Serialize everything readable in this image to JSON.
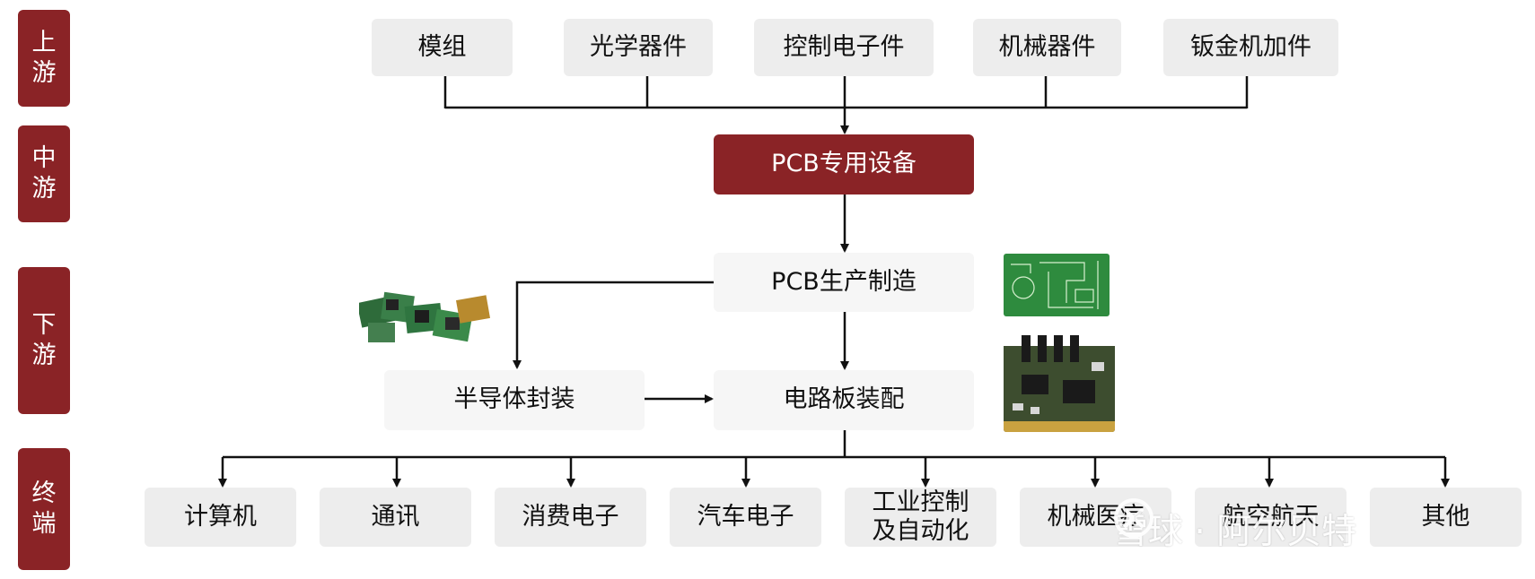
{
  "levels": {
    "upstream": "上游",
    "midstream": "中游",
    "downstream": "下游",
    "terminal": "终端"
  },
  "upstream_items": [
    "模组",
    "光学器件",
    "控制电子件",
    "机械器件",
    "钣金机加件"
  ],
  "midstream_item": "PCB专用设备",
  "downstream": {
    "manufacturing": "PCB生产制造",
    "packaging": "半导体封装",
    "assembly": "电路板装配"
  },
  "terminal_items": [
    "计算机",
    "通讯",
    "消费电子",
    "汽车电子",
    "工业控制及自动化",
    "机械医疗",
    "航空航天",
    "其他"
  ],
  "watermark": "雪球 · 阿尔贝特",
  "colors": {
    "accent": "#8a2326",
    "box": "#ededed",
    "line": "#111111",
    "pcb_green": "#2e8b3e"
  }
}
